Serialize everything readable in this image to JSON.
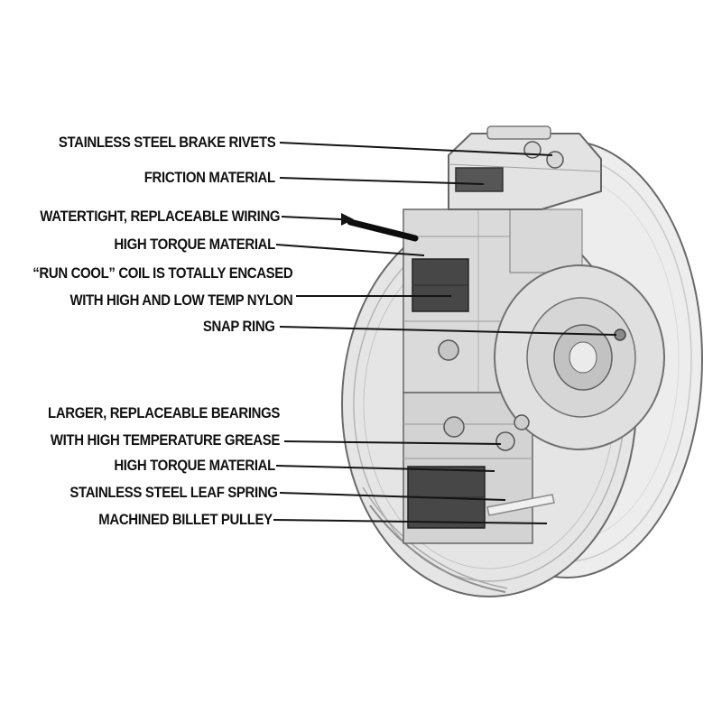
{
  "page": {
    "background": "#ffffff"
  },
  "diagram": {
    "type": "annotated-cutaway",
    "subject": "Electric PTO clutch cross-section with part callouts",
    "labels": [
      {
        "text": "STAINLESS STEEL BRAKE RIVETS"
      },
      {
        "text": "FRICTION MATERIAL"
      },
      {
        "text": "WATERTIGHT, REPLACEABLE WIRING"
      },
      {
        "text": "HIGH TORQUE MATERIAL"
      },
      {
        "text": "“RUN COOL” COIL IS TOTALLY ENCASED"
      },
      {
        "text": "WITH HIGH AND LOW TEMP NYLON"
      },
      {
        "text": "SNAP RING"
      },
      {
        "text": "LARGER, REPLACEABLE BEARINGS"
      },
      {
        "text": "WITH HIGH TEMPERATURE GREASE"
      },
      {
        "text": "HIGH TORQUE MATERIAL"
      },
      {
        "text": "STAINLESS STEEL LEAF SPRING"
      },
      {
        "text": "MACHINED BILLET PULLEY"
      }
    ],
    "colors": {
      "label_text": "#111111",
      "leader_line": "#141414",
      "wire": "#0d0d0d",
      "part_light": "#ececec",
      "part_mid": "#d8d8d8",
      "part_dark": "#474747",
      "outline": "#5f5f5f"
    }
  }
}
